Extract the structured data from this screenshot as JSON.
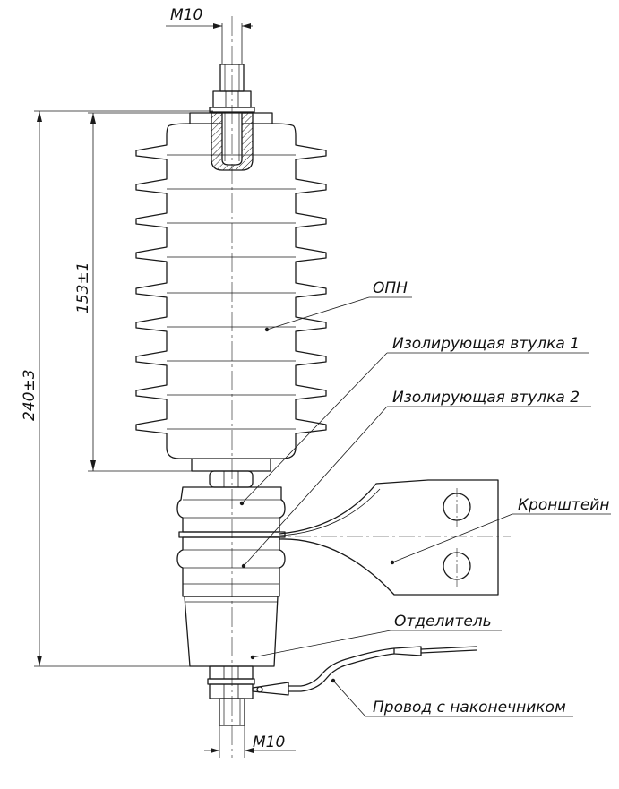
{
  "labels": {
    "thread_top": "M10",
    "thread_bottom": "M10",
    "dim_overall": "240±3",
    "dim_insulator": "153±1",
    "opn": "ОПН",
    "bushing_1": "Изолирующая втулка 1",
    "bushing_2": "Изолирующая втулка 2",
    "bracket": "Кронштейн",
    "disconnector": "Отделитель",
    "wire": "Провод с наконечником"
  },
  "colors": {
    "line": "#1a1a1a",
    "body_fill": "#ffffff",
    "hatch": "#1a1a1a"
  }
}
